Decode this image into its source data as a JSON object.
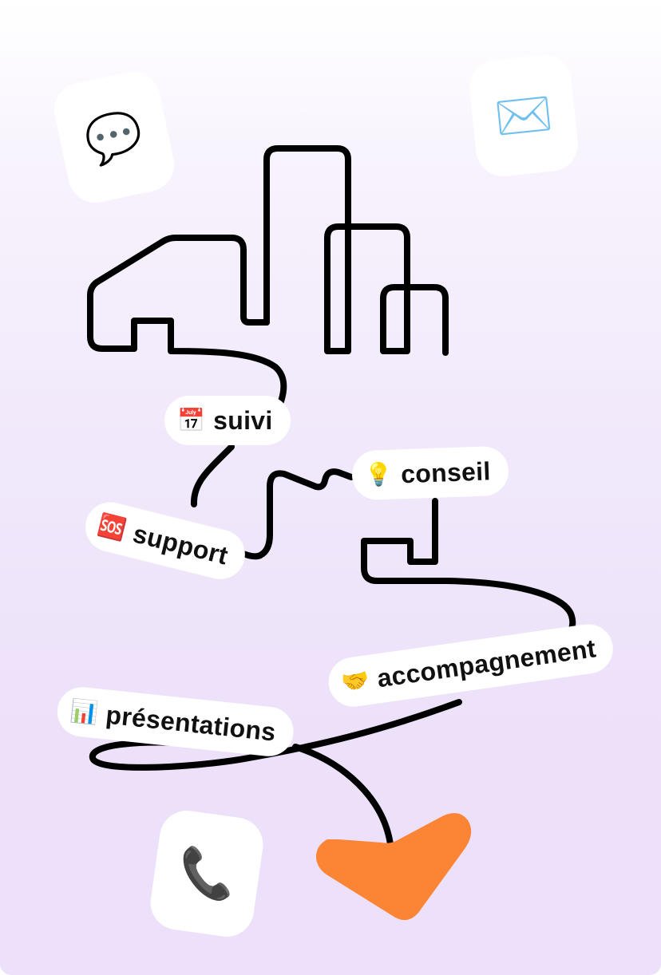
{
  "colors": {
    "background_top": "#ffffff",
    "background_bottom": "#ede0fa",
    "tile": "#ffffff",
    "line": "#000000",
    "accent_arrow": "#fb8535",
    "text": "#111111"
  },
  "tiles": [
    {
      "name": "chat",
      "icon": "speech-bubble-icon",
      "glyph": "💬"
    },
    {
      "name": "mail",
      "icon": "envelope-icon",
      "glyph": "✉️"
    },
    {
      "name": "phone",
      "icon": "telephone-receiver-icon",
      "glyph": "📞"
    }
  ],
  "labels": {
    "suivi": {
      "icon": "calendar-icon",
      "glyph": "📅",
      "text": "suivi"
    },
    "support": {
      "icon": "sos-icon",
      "glyph": "🆘",
      "text": "support"
    },
    "conseil": {
      "icon": "light-bulb-icon",
      "glyph": "💡",
      "text": "conseil"
    },
    "accompagnement": {
      "icon": "handshake-icon",
      "glyph": "🤝",
      "text": "accompagnement"
    },
    "presentations": {
      "icon": "bar-chart-icon",
      "glyph": "📊",
      "text": "présentations"
    }
  }
}
